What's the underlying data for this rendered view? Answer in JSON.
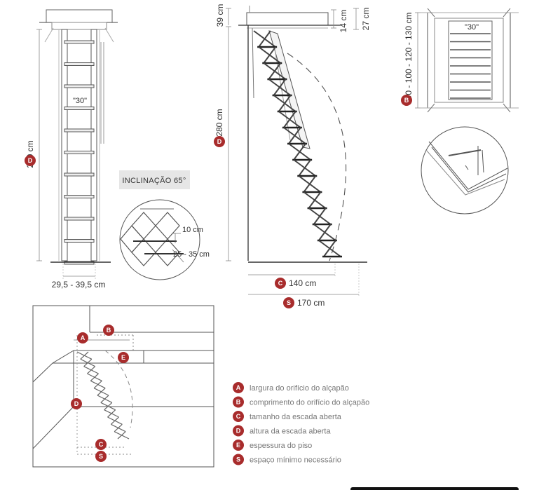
{
  "colors": {
    "badge": "#a82c2c",
    "line": "#555555",
    "dim_line": "#888888",
    "legend_text": "#777777",
    "label_bg": "#e6e6e6",
    "bottom_bar": "#111111"
  },
  "front": {
    "height_label": "280 cm",
    "height_badge": "D",
    "width_label": "29,5 - 39,5 cm"
  },
  "inclination": {
    "label": "INCLINAÇÃO 65°"
  },
  "detail": {
    "rise_label": "10 cm",
    "tread_label": "25 - 35 cm"
  },
  "side": {
    "top_label": "39 cm",
    "frame_label": "14 cm",
    "total_top_label": "27 cm",
    "height_label": "280 cm",
    "height_badge": "D",
    "open_label": "140 cm",
    "open_badge": "C",
    "space_label": "170 cm",
    "space_badge": "S"
  },
  "plan": {
    "size_label": "90 - 100 - 120 - 130 cm",
    "size_badge": "B"
  },
  "iso": {
    "badge_a": "A",
    "badge_b": "B",
    "badge_e": "E",
    "badge_d": "D",
    "badge_c": "C",
    "badge_s": "S"
  },
  "legend": [
    {
      "key": "A",
      "text": "largura do orifício do alçapão"
    },
    {
      "key": "B",
      "text": "comprimento do orifício do alçapão"
    },
    {
      "key": "C",
      "text": "tamanho da escada aberta"
    },
    {
      "key": "D",
      "text": "altura da escada aberta"
    },
    {
      "key": "E",
      "text": "espessura do piso"
    },
    {
      "key": "S",
      "text": "espaço mínimo necessário"
    }
  ]
}
